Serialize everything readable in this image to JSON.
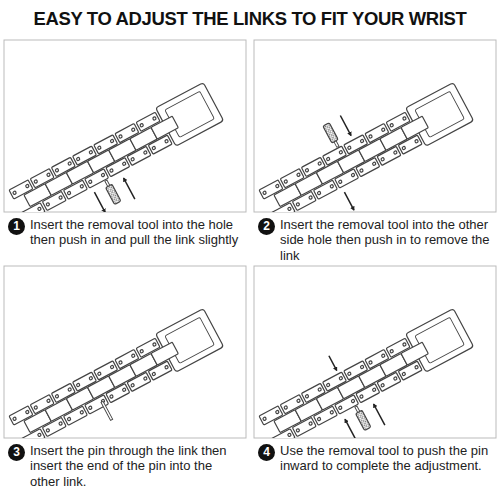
{
  "diagram": {
    "title": "EASY TO ADJUST THE LINKS TO FIT YOUR WRIST",
    "labels": [
      "1",
      "Insert the removal tool into the hole then push in and pull the link slightly",
      "2",
      "Insert the removal tool into the other side hole then push in to remove the link",
      "3",
      "Insert the pin through the link then insert the end of the pin into the other link.",
      "4",
      "Use the removal tool to push the pin inward to complete the adjustment."
    ]
  }
}
